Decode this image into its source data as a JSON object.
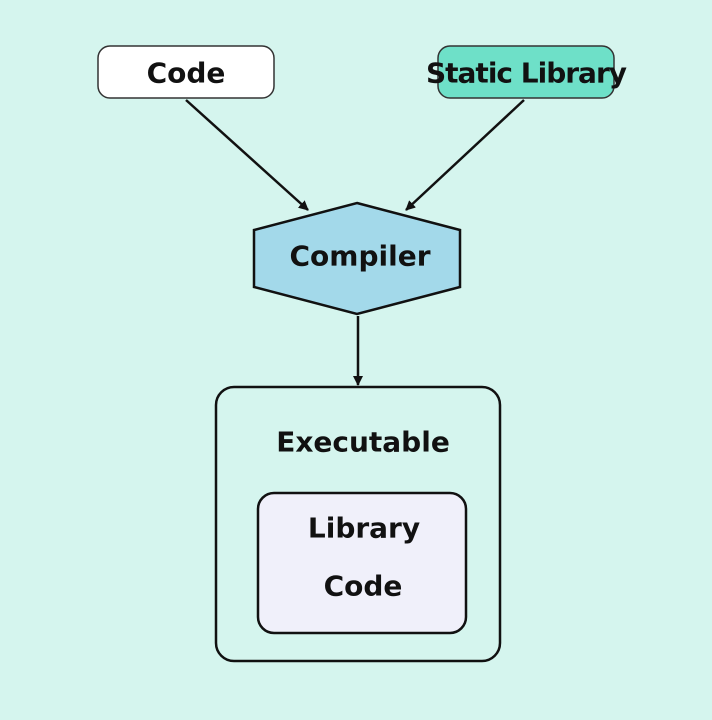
{
  "background": "#d5f5ee",
  "nodes": {
    "code": {
      "label": "Code",
      "fill": "#ffffff"
    },
    "static_library": {
      "label": "Static Library",
      "fill": "#6ee0c8"
    },
    "compiler": {
      "label": "Compiler",
      "fill": "#a3d9ea"
    },
    "executable": {
      "label": "Executable",
      "fill": "#d5f5ee"
    },
    "library_code": {
      "line1": "Library",
      "line2": "Code",
      "fill": "#f0f0fa"
    }
  },
  "edges": [
    {
      "from": "Code",
      "to": "Compiler"
    },
    {
      "from": "Static Library",
      "to": "Compiler"
    },
    {
      "from": "Compiler",
      "to": "Executable"
    }
  ],
  "stroke_color": "#111111"
}
